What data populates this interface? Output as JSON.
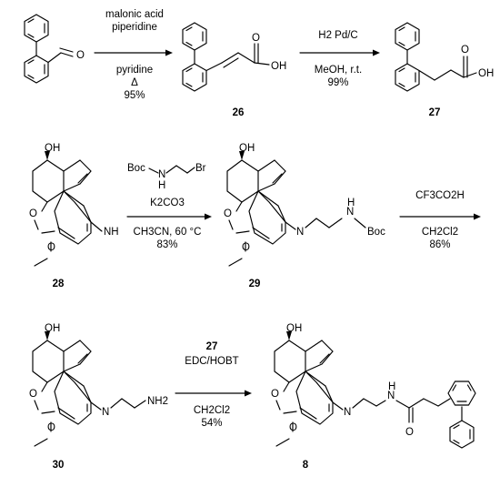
{
  "scheme": {
    "rows": [
      {
        "compounds": [
          {
            "number": "",
            "atoms": {
              "o": "O"
            }
          },
          {
            "number": "26",
            "atoms": {
              "o": "O",
              "oh": "OH"
            }
          },
          {
            "number": "27",
            "atoms": {
              "o": "O",
              "oh": "OH"
            }
          }
        ],
        "arrows": [
          {
            "above": [
              "malonic acid",
              "piperidine"
            ],
            "below": [
              "pyridine",
              "Δ",
              "95%"
            ]
          },
          {
            "above": [
              "H2 Pd/C"
            ],
            "below": [
              "MeOH, r.t.",
              "99%"
            ]
          }
        ]
      },
      {
        "compounds": [
          {
            "number": "28",
            "atoms": {
              "oh": "OH",
              "ring_o": "O",
              "methoxy_o": "O",
              "nh": "NH"
            }
          },
          {
            "number": "29",
            "atoms": {
              "oh": "OH",
              "ring_o": "O",
              "methoxy_o": "O",
              "n": "N",
              "n2": "N",
              "h": "H",
              "boc": "Boc"
            }
          }
        ],
        "arrows": [
          {
            "reagent": {
              "boc": "Boc",
              "n": "N",
              "h": "H",
              "br": "Br"
            },
            "lines": [
              "K2CO3",
              "CH3CN, 60 °C",
              "83%"
            ]
          },
          {
            "above": [
              "CF3CO2H"
            ],
            "below": [
              "CH2Cl2",
              "86%"
            ]
          }
        ]
      },
      {
        "compounds": [
          {
            "number": "30",
            "atoms": {
              "oh": "OH",
              "ring_o": "O",
              "methoxy_o": "O",
              "n": "N",
              "nh2": "NH2"
            }
          },
          {
            "number": "8",
            "atoms": {
              "oh": "OH",
              "ring_o": "O",
              "methoxy_o": "O",
              "n": "N",
              "n2": "N",
              "h": "H",
              "o": "O"
            }
          }
        ],
        "arrows": [
          {
            "above": [
              "27",
              "EDC/HOBT"
            ],
            "below": [
              "CH2Cl2",
              "54%"
            ]
          }
        ]
      }
    ]
  }
}
